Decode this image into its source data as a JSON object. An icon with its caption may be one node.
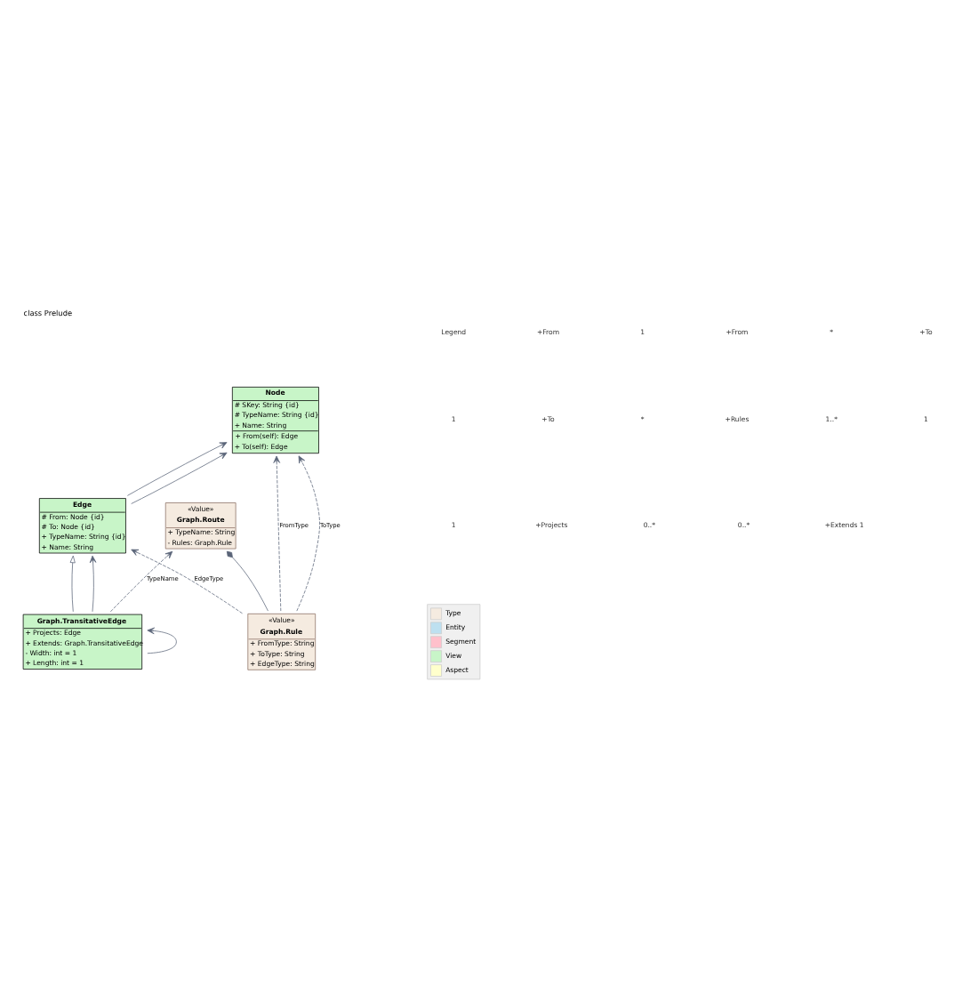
{
  "diagram": {
    "title": "class Prelude",
    "nodes": [
      {
        "text": [
          "Node",
          "# SKey: String {id}",
          "# TypeName: String {id}",
          "+ Name: String",
          "+ From(self): Edge",
          "+ To(self): Edge"
        ]
      },
      {
        "text": [
          "Edge",
          "# From: Node {id}",
          "# To: Node {id}",
          "+ TypeName: String {id}",
          "+ Name: String"
        ]
      },
      {
        "text": [
          "«Value»",
          "Graph.Rule",
          "+ FromType: String",
          "+ ToType: String",
          "+ EdgeType: String"
        ]
      },
      {
        "text": [
          "«Value»",
          "Graph.Route",
          "+ TypeName: String",
          "- Rules: Graph.Rule"
        ]
      },
      {
        "text": [
          "Graph.TransitativeEdge",
          "+ Projects: Edge",
          "+ Extends: Graph.TransitativeEdge",
          "- Width: int = 1",
          "+ Length: int = 1"
        ]
      }
    ],
    "edges": [
      {
        "from": 1,
        "to": 0,
        "arrow": "to"
      },
      {
        "from": 1,
        "to": 0,
        "arrow": "to"
      },
      {
        "from": 2,
        "to": 0,
        "arrow": "to",
        "label": "FromType",
        "style": "dashed"
      },
      {
        "from": 2,
        "to": 0,
        "arrow": "to",
        "label": "ToType",
        "style": "dashed"
      },
      {
        "from": 2,
        "to": 1,
        "arrow": "to",
        "label": "EdgeType",
        "style": "dashed"
      },
      {
        "from": 2,
        "to": 3,
        "arrow": "other"
      },
      {
        "from": 4,
        "to": 3,
        "arrow": "to",
        "label": "TypeName",
        "style": "dashed"
      },
      {
        "from": 4,
        "to": 1,
        "arrow": "to"
      },
      {
        "from": 4,
        "to": 1,
        "arrow": "to"
      },
      {
        "from": 4,
        "to": 4,
        "arrow": "to"
      }
    ],
    "labels": [
      "Legend",
      "+From",
      "1",
      "+From",
      "*",
      "+To",
      "1",
      "+To",
      "*",
      "+Rules",
      "1..*",
      "1",
      "1",
      "+Projects",
      "0..*",
      "0..*",
      "+Extends 1"
    ],
    "legend": [
      {
        "text": "Type",
        "color": "#f5ebe0"
      },
      {
        "text": "Entity",
        "color": "#bde0f0"
      },
      {
        "text": "Segment",
        "color": "#ffc0cb"
      },
      {
        "text": "View",
        "color": "#c8f5c8"
      },
      {
        "text": "Aspect",
        "color": "#ffffcc"
      }
    ]
  }
}
